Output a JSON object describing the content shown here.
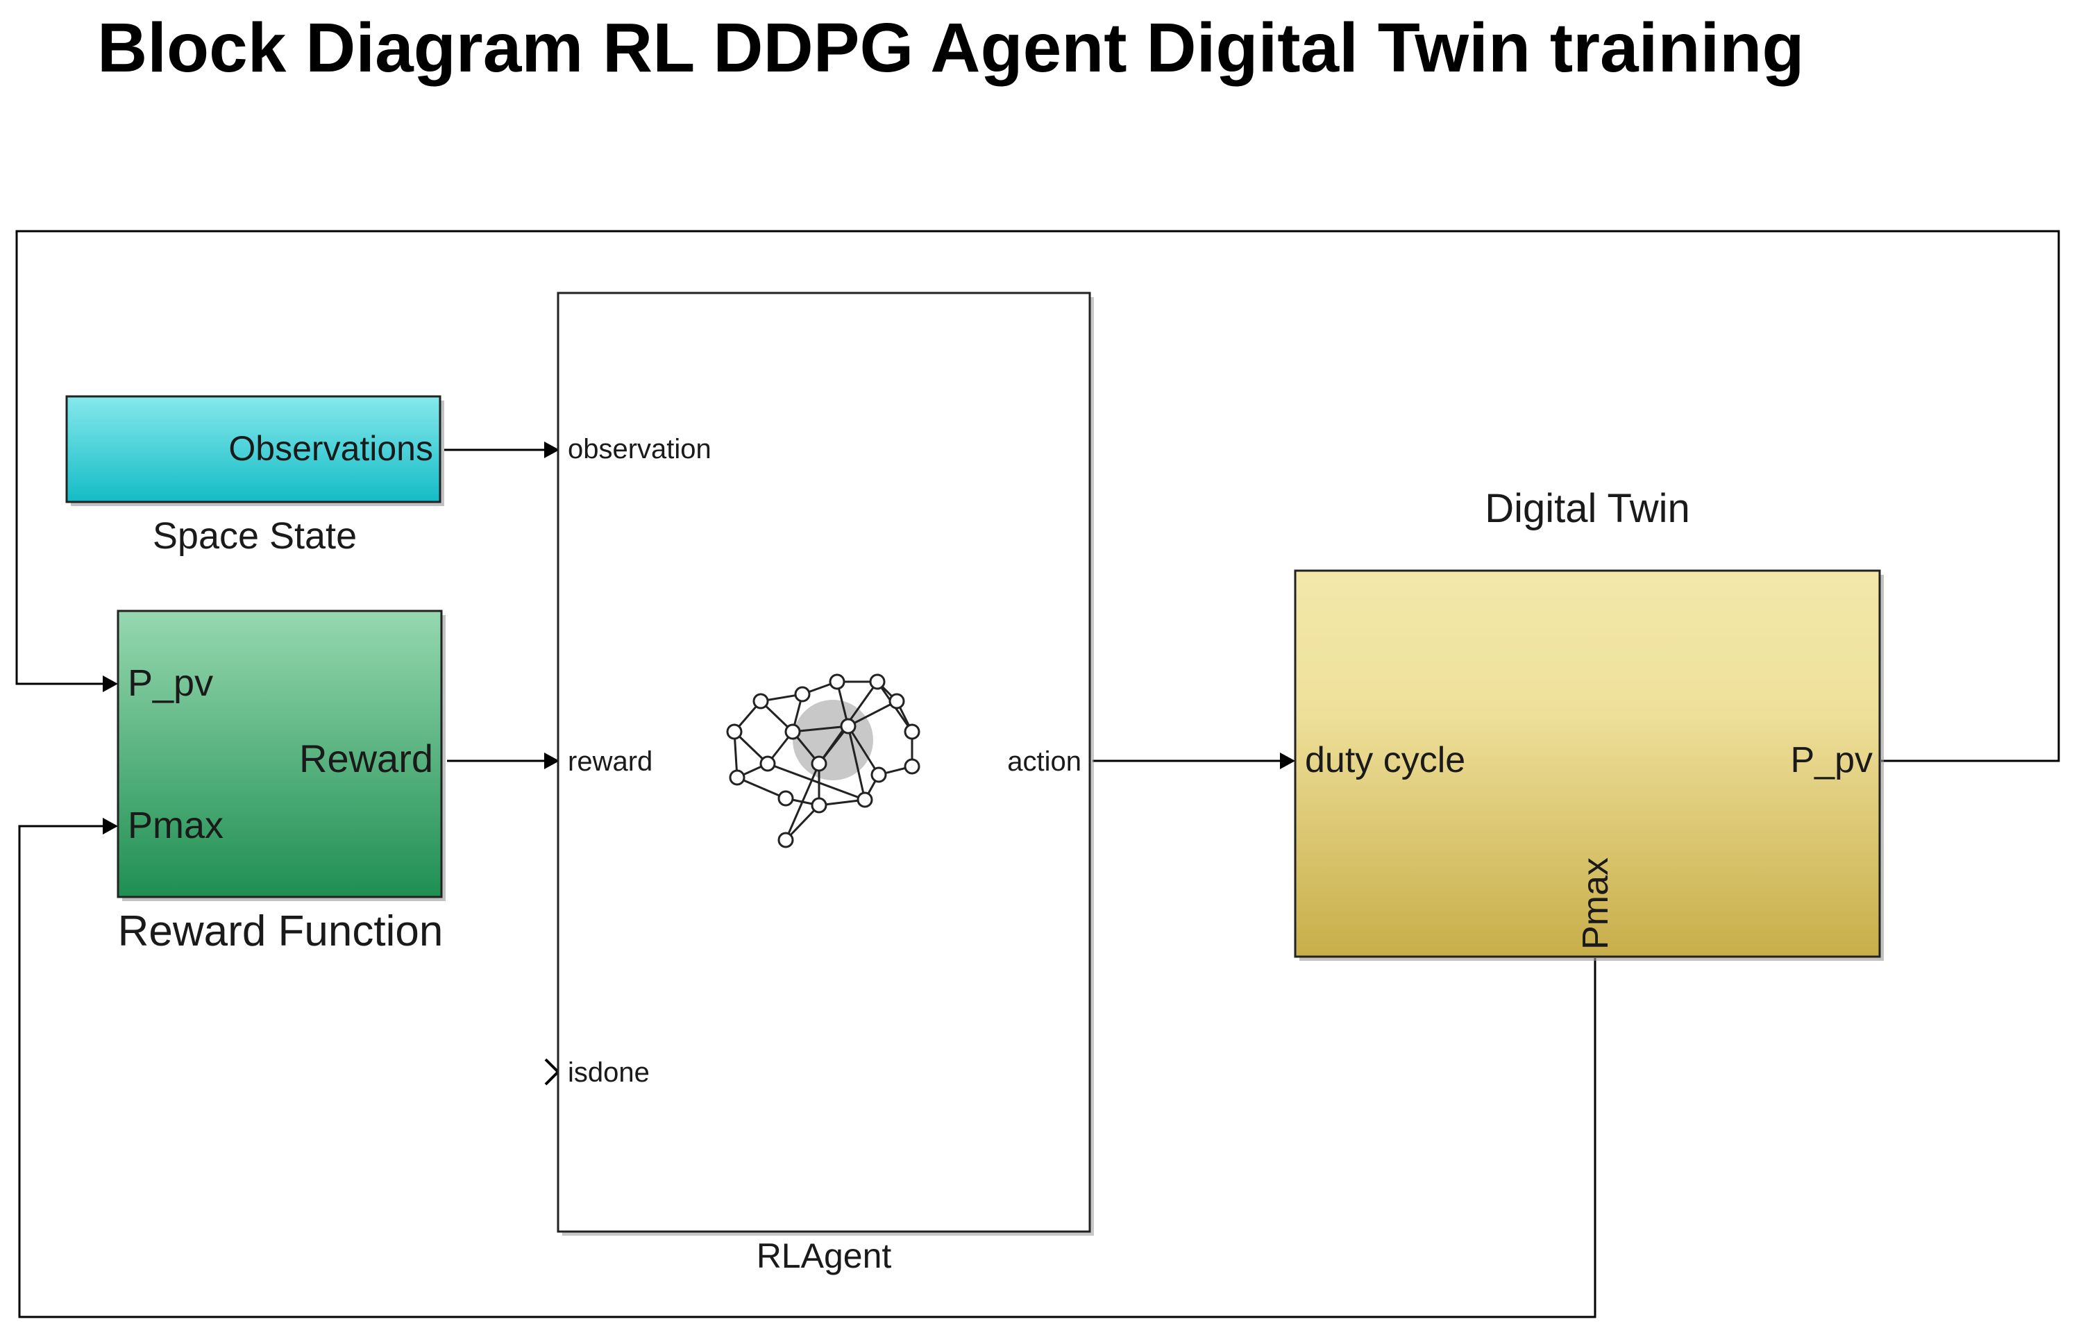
{
  "title": "Block Diagram RL DDPG Agent Digital Twin training",
  "blocks": {
    "space_state": {
      "name": "Space State",
      "port_out": "Observations"
    },
    "reward_function": {
      "name": "Reward Function",
      "port_in_1": "P_pv",
      "port_in_2": "Pmax",
      "port_out": "Reward"
    },
    "rl_agent": {
      "name": "RLAgent",
      "port_in_1": "observation",
      "port_in_2": "reward",
      "port_in_3": "isdone",
      "port_out": "action"
    },
    "digital_twin": {
      "name": "Digital Twin",
      "port_in": "duty cycle",
      "port_out_1": "P_pv",
      "port_out_2": "Pmax"
    }
  },
  "colors": {
    "space_state_top": "#86e8ec",
    "space_state_bottom": "#14bcc6",
    "reward_top": "#96d8b0",
    "reward_bottom": "#1f8f52",
    "twin_top": "#f3e8aa",
    "twin_bottom": "#c8ae4a",
    "line": "#000000"
  }
}
